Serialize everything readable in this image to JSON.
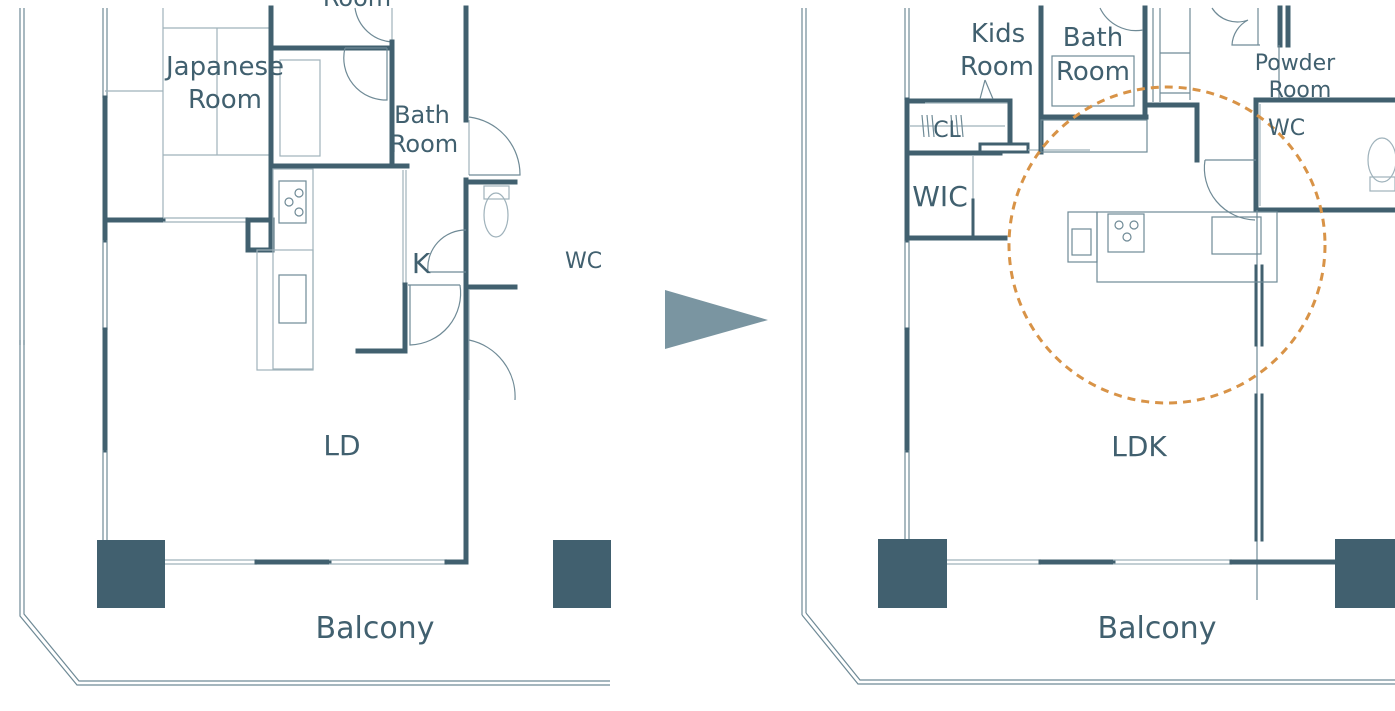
{
  "before_plan": {
    "rooms": {
      "top_room_partial": "Room",
      "japanese_room_line1": "Japanese",
      "japanese_room_line2": "Room",
      "bath_line1": "Bath",
      "bath_line2": "Room",
      "kitchen": "K",
      "wc": "WC",
      "living_dining": "LD",
      "balcony": "Balcony"
    }
  },
  "after_plan": {
    "rooms": {
      "kids_line1": "Kids",
      "kids_line2": "Room",
      "bath_line1": "Bath",
      "bath_line2": "Room",
      "powder_line1": "Powder",
      "powder_line2": "Room",
      "wc": "WC",
      "closet": "CL",
      "walk_in_closet": "WIC",
      "living_dining_kitchen": "LDK",
      "balcony": "Balcony"
    }
  },
  "colors": {
    "wall": "#41606f",
    "arrow": "#7a95a1",
    "highlight": "#d89347"
  },
  "arrow_icon": "right-triangle-arrow"
}
